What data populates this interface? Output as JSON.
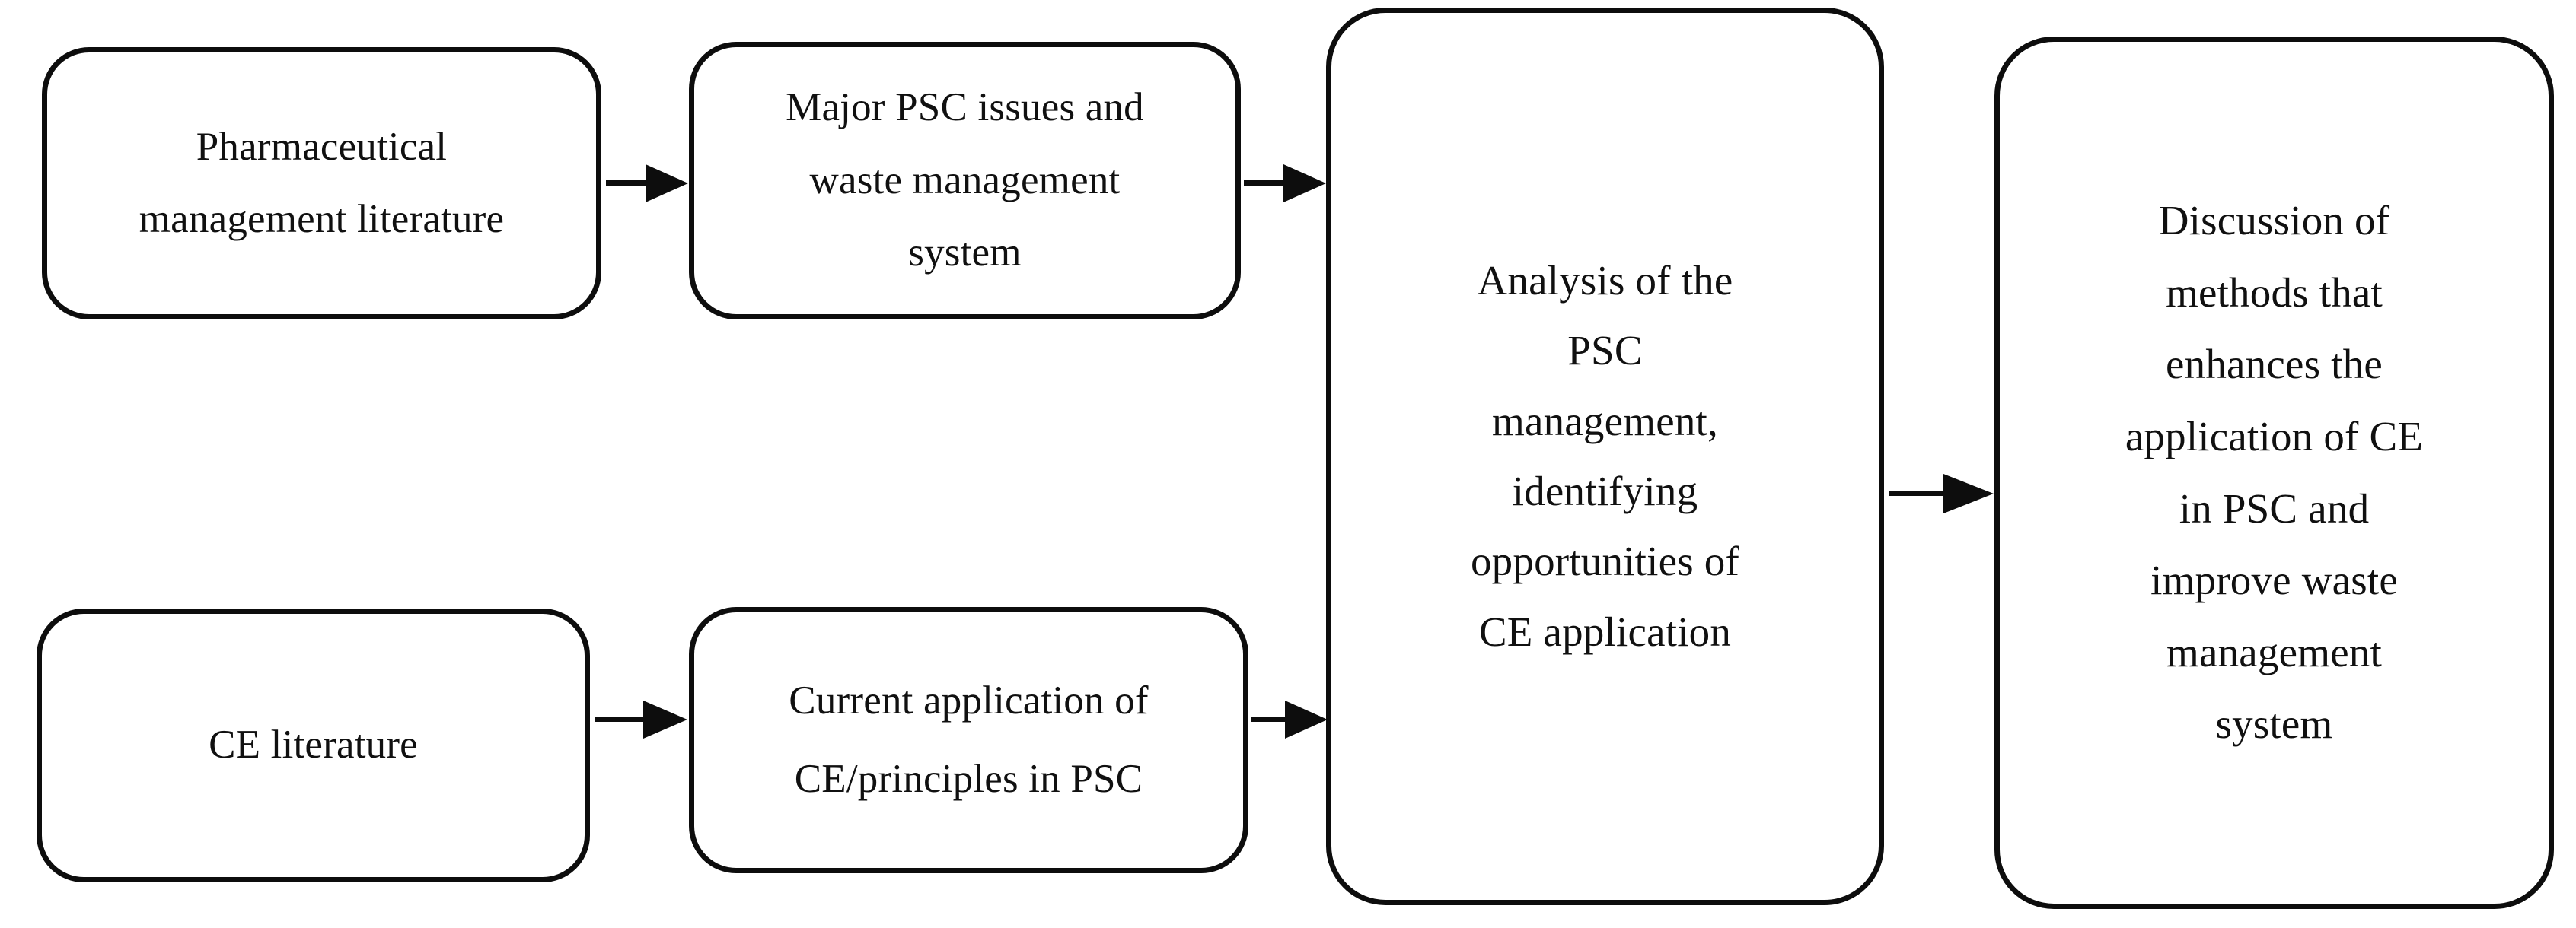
{
  "diagram": {
    "type": "flowchart",
    "orientation": "left-to-right",
    "background_color": "#ffffff",
    "stroke_color": "#0d0d0d",
    "text_color": "#101010",
    "nodes": [
      {
        "id": "pharma-lit",
        "label": "Pharmaceutical\nmanagement literature",
        "shape": "rounded-rectangle",
        "row": "top",
        "column": 1
      },
      {
        "id": "psc-issues",
        "label": "Major PSC issues and\nwaste management\nsystem",
        "shape": "rounded-rectangle",
        "row": "top",
        "column": 2
      },
      {
        "id": "analysis",
        "label": "Analysis of the\nPSC\nmanagement,\nidentifying\nopportunities of\nCE application",
        "shape": "rounded-rectangle",
        "row": "middle",
        "column": 3
      },
      {
        "id": "discussion",
        "label": "Discussion of\nmethods that\nenhances the\napplication of CE\nin PSC and\nimprove waste\nmanagement\nsystem",
        "shape": "rounded-rectangle",
        "row": "middle",
        "column": 4
      },
      {
        "id": "ce-lit",
        "label": "CE literature",
        "shape": "rounded-rectangle",
        "row": "bottom",
        "column": 1
      },
      {
        "id": "ce-current",
        "label": "Current application of\nCE/principles in PSC",
        "shape": "rounded-rectangle",
        "row": "bottom",
        "column": 2
      }
    ],
    "edges": [
      {
        "id": "edge-1",
        "from": "pharma-lit",
        "to": "psc-issues",
        "style": "solid-arrow"
      },
      {
        "id": "edge-2",
        "from": "psc-issues",
        "to": "analysis",
        "style": "solid-arrow"
      },
      {
        "id": "edge-3",
        "from": "ce-lit",
        "to": "ce-current",
        "style": "solid-arrow"
      },
      {
        "id": "edge-4",
        "from": "ce-current",
        "to": "analysis",
        "style": "solid-arrow"
      },
      {
        "id": "edge-5",
        "from": "analysis",
        "to": "discussion",
        "style": "solid-arrow"
      }
    ]
  }
}
